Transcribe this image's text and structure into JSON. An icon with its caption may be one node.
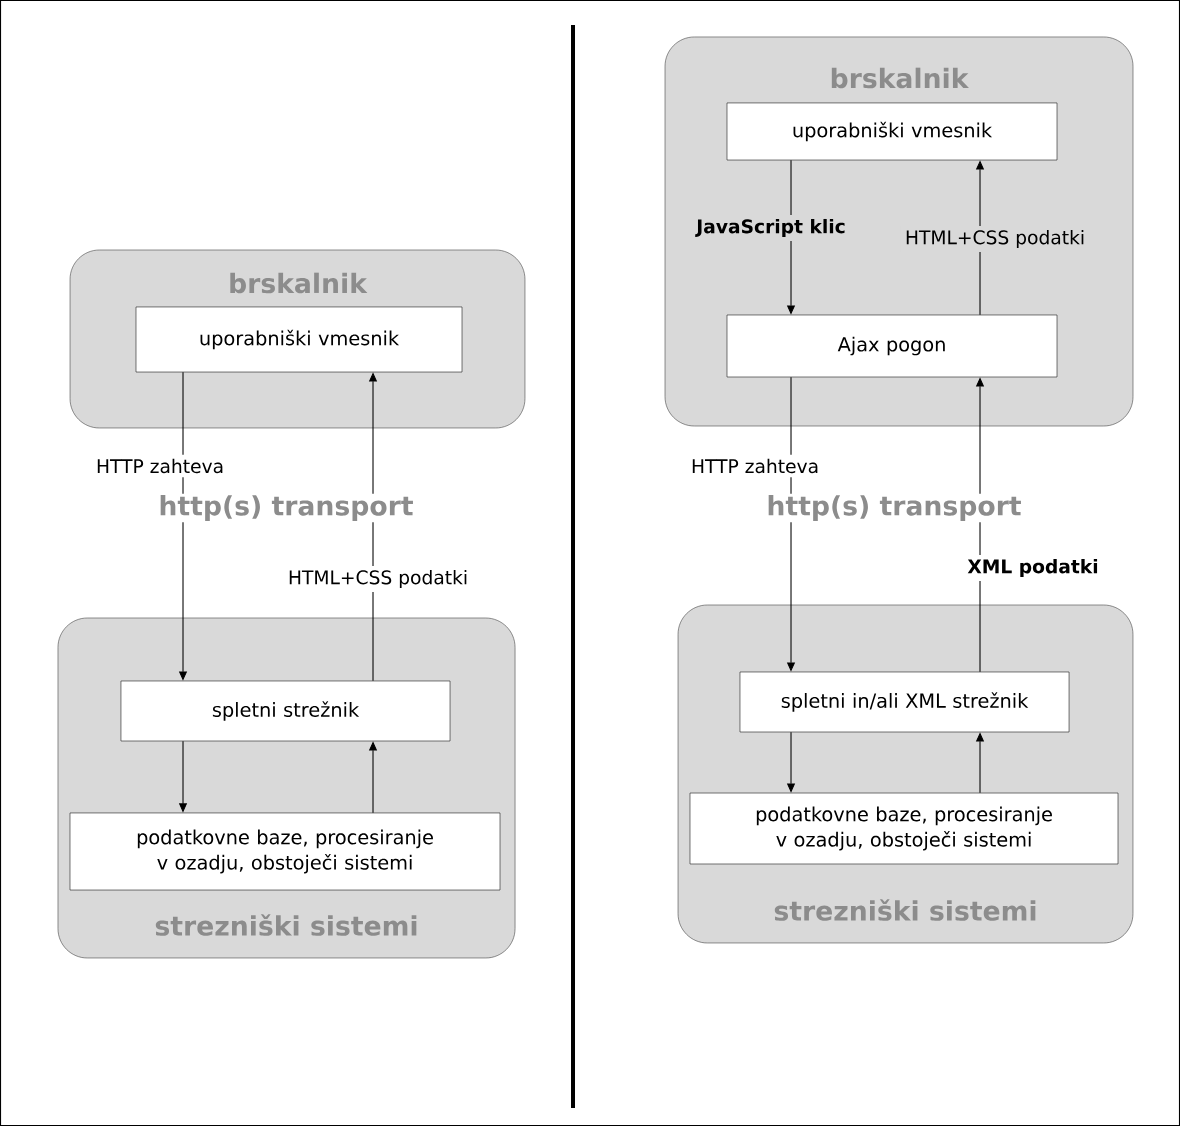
{
  "diagram": {
    "nodes": [
      {
        "text": [
          "brskalnik"
        ]
      },
      {
        "text": [
          "uporabniški vmesnik"
        ],
        "in": 0
      },
      {
        "text": [
          "strezniški sistemi"
        ]
      },
      {
        "text": [
          "spletni strežnik"
        ],
        "in": 2
      },
      {
        "text": [
          "podatkovne baze, procesiranje v ozadju, obstoječi sistemi"
        ],
        "in": 2
      },
      {
        "text": [
          "brskalnik"
        ]
      },
      {
        "text": [
          "uporabniški vmesnik"
        ],
        "in": 5
      },
      {
        "text": [
          "Ajax pogon"
        ],
        "in": 5
      },
      {
        "text": [
          "strezniški sistemi"
        ]
      },
      {
        "text": [
          "spletni in/ali XML strežnik"
        ],
        "in": 8
      },
      {
        "text": [
          "podatkovne baze, procesiranje v ozadju, obstoječi sistemi"
        ],
        "in": 8
      }
    ],
    "edges": [
      {
        "from": 1,
        "to": 3,
        "arrow": "to",
        "label": "HTTP zahteva"
      },
      {
        "from": 3,
        "to": 1,
        "arrow": "to",
        "label": "HTML+CSS podatki"
      },
      {
        "from": 3,
        "to": 4,
        "arrow": "to"
      },
      {
        "from": 4,
        "to": 3,
        "arrow": "to"
      },
      {
        "from": 6,
        "to": 7,
        "arrow": "to",
        "label": "JavaScript klic"
      },
      {
        "from": 7,
        "to": 6,
        "arrow": "to",
        "label": "HTML+CSS podatki"
      },
      {
        "from": 7,
        "to": 9,
        "arrow": "to",
        "label": "HTTP zahteva"
      },
      {
        "from": 9,
        "to": 7,
        "arrow": "to",
        "label": "XML podatki"
      },
      {
        "from": 9,
        "to": 10,
        "arrow": "to"
      },
      {
        "from": 10,
        "to": 9,
        "arrow": "to"
      }
    ],
    "labels": [
      "http(s) transport",
      "http(s) transport"
    ]
  }
}
